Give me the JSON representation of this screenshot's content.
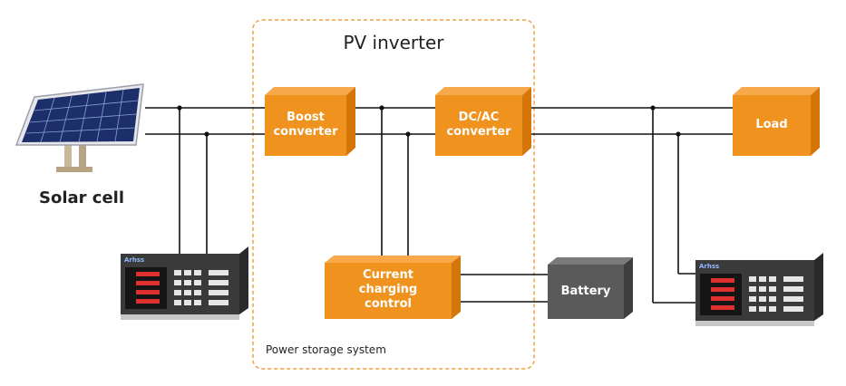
{
  "pv_inverter": {
    "title": "PV inverter"
  },
  "power_storage": {
    "label": "Power storage system"
  },
  "solar_cell": {
    "label": "Solar cell"
  },
  "boost_converter": {
    "line1": "Boost",
    "line2": "converter"
  },
  "dcac_converter": {
    "line1": "DC/AC",
    "line2": "converter"
  },
  "load": {
    "label": "Load"
  },
  "charging_control": {
    "line1": "Current",
    "line2": "charging",
    "line3": "control"
  },
  "battery": {
    "label": "Battery"
  },
  "power_meter": {
    "brand": "Arhss"
  },
  "colors": {
    "block": "#f0921e",
    "block_dark": "#d4760a",
    "battery": "#5a5a5a",
    "frame": "#f0a042",
    "wire": "#111111"
  },
  "icons": [
    "solar-panel-icon",
    "power-meter-icon"
  ]
}
